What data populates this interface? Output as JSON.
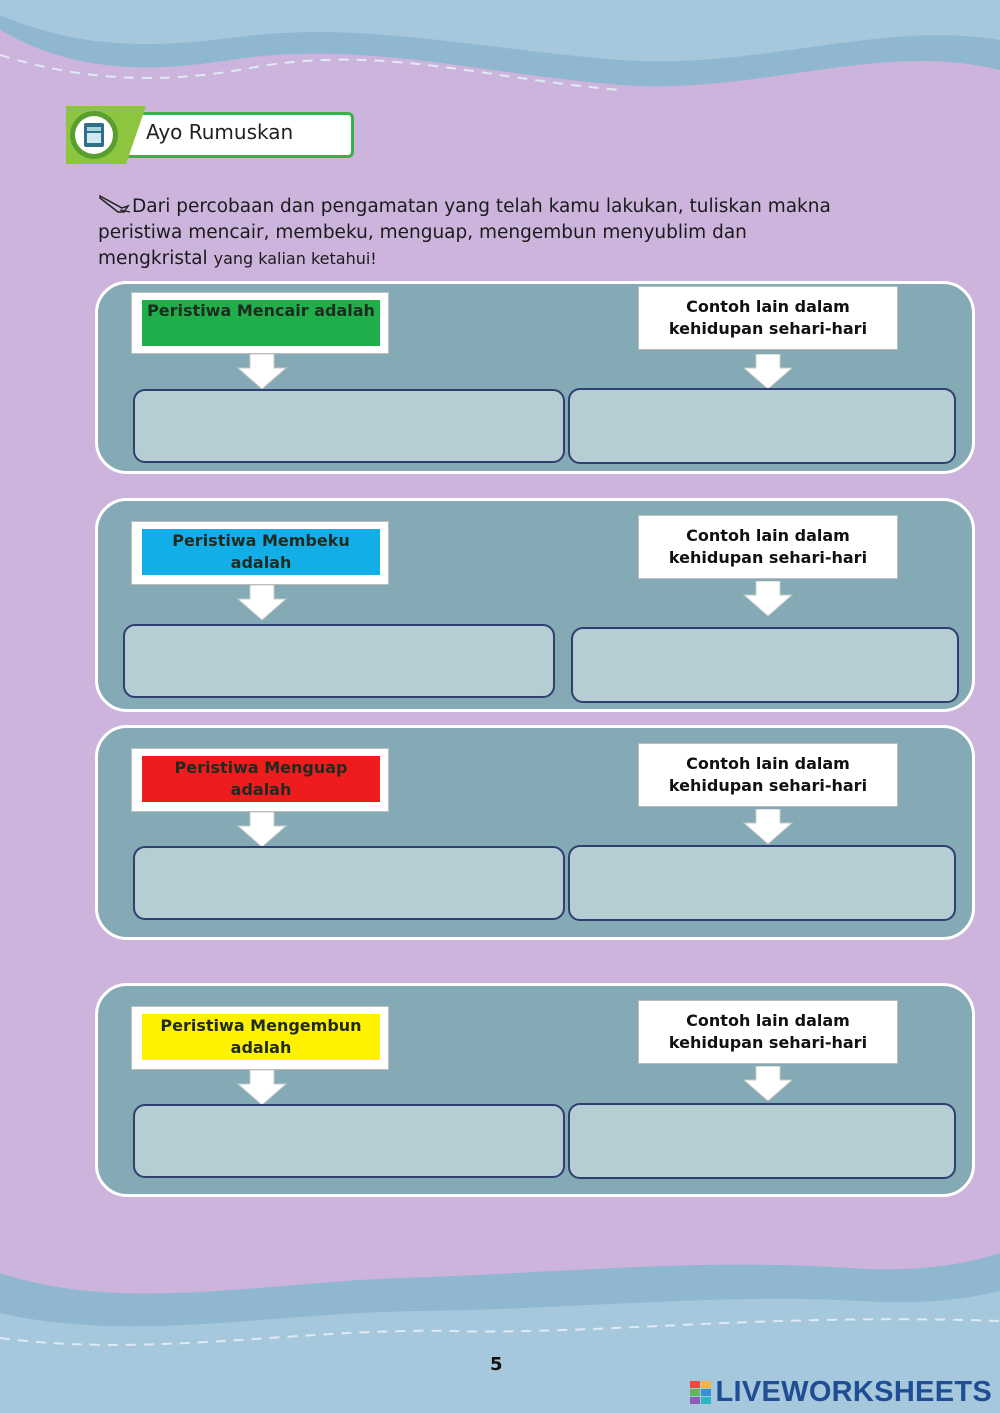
{
  "header": {
    "title": "Ayo Rumuskan"
  },
  "instruction": {
    "line1": "Dari percobaan dan pengamatan yang telah kamu lakukan, tuliskan makna",
    "line2": "peristiwa mencair, membeku, menguap, mengembun menyublim dan",
    "line3_main": "mengkristal",
    "line3_small": "yang kalian ketahui!"
  },
  "panels": [
    {
      "label": "Peristiwa Mencair adalah",
      "label_color": "#1fae4a",
      "example": "Contoh lain dalam kehidupan sehari-hari"
    },
    {
      "label": "Peristiwa Membeku adalah",
      "label_color": "#12aee8",
      "example": "Contoh lain dalam kehidupan sehari-hari"
    },
    {
      "label": "Peristiwa Menguap adalah",
      "label_color": "#ee1c1c",
      "example": "Contoh lain dalam kehidupan sehari-hari"
    },
    {
      "label": "Peristiwa Mengembun adalah",
      "label_color": "#fff200",
      "example": "Contoh lain dalam kehidupan sehari-hari"
    }
  ],
  "footer": {
    "page_number": "5",
    "brand": "LIVEWORKSHEETS"
  },
  "colors": {
    "background": "#cdb4dc",
    "wave": "#8fb7cf",
    "panel": "#84aab5",
    "answer": "#b5cdd3"
  }
}
